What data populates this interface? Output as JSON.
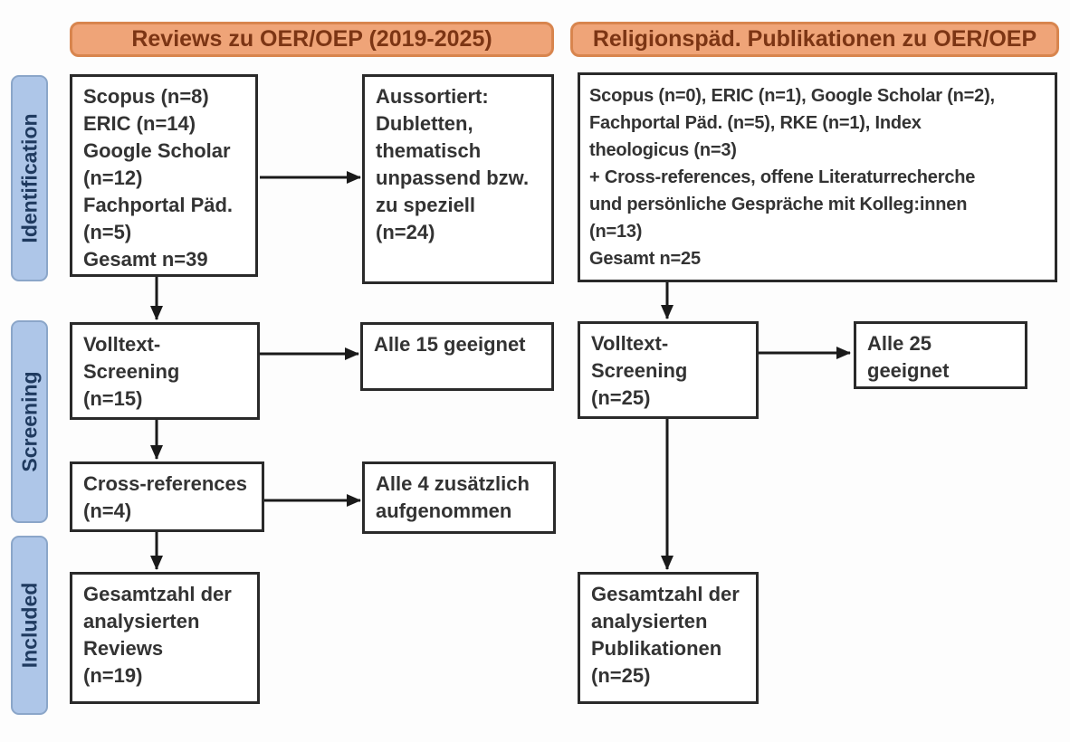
{
  "headers": {
    "left": "Reviews zu OER/OEP (2019-2025)",
    "right": "Religionspäd. Publikationen zu OER/OEP"
  },
  "stages": {
    "identification": "Identification",
    "screening": "Screening",
    "included": "Included"
  },
  "left_flow": {
    "sources": {
      "lines": [
        "Scopus (n=8)",
        "ERIC (n=14)",
        "Google Scholar",
        "(n=12)",
        "Fachportal Päd.",
        "(n=5)",
        "Gesamt n=39"
      ]
    },
    "excluded": {
      "lines": [
        "Aussortiert:",
        "Dubletten,",
        "thematisch",
        "unpassend bzw.",
        "zu speziell",
        "(n=24)"
      ]
    },
    "fulltext": {
      "lines": [
        "Volltext-",
        "Screening",
        "(n=15)"
      ]
    },
    "eligible": {
      "lines": [
        "Alle 15 geeignet"
      ]
    },
    "crossref": {
      "lines": [
        "Cross-references",
        "(n=4)"
      ]
    },
    "added": {
      "lines": [
        "Alle 4 zusätzlich",
        "aufgenommen"
      ]
    },
    "included": {
      "lines": [
        "Gesamtzahl der",
        "analysierten",
        "Reviews",
        "(n=19)"
      ]
    }
  },
  "right_flow": {
    "sources": {
      "lines": [
        "Scopus (n=0), ERIC (n=1), Google Scholar (n=2),",
        "Fachportal Päd. (n=5), RKE (n=1), Index",
        "theologicus (n=3)",
        "+ Cross-references, offene Literaturrecherche",
        "und persönliche Gespräche mit Kolleg:innen",
        "(n=13)",
        "Gesamt n=25"
      ]
    },
    "fulltext": {
      "lines": [
        "Volltext-",
        "Screening",
        "(n=25)"
      ]
    },
    "eligible": {
      "lines": [
        "Alle 25 geeignet"
      ]
    },
    "included": {
      "lines": [
        "Gesamtzahl der",
        "analysierten",
        "Publikationen",
        "(n=25)"
      ]
    }
  },
  "colors": {
    "header_fill": "#efa478",
    "header_border": "#d8854e",
    "header_text": "#7c3514",
    "stage_fill": "#aec6e8",
    "stage_border": "#8ba6c9",
    "stage_text": "#1f3a5f",
    "box_border": "#2a2a2a",
    "box_text": "#333333",
    "arrow": "#1a1a1a"
  }
}
